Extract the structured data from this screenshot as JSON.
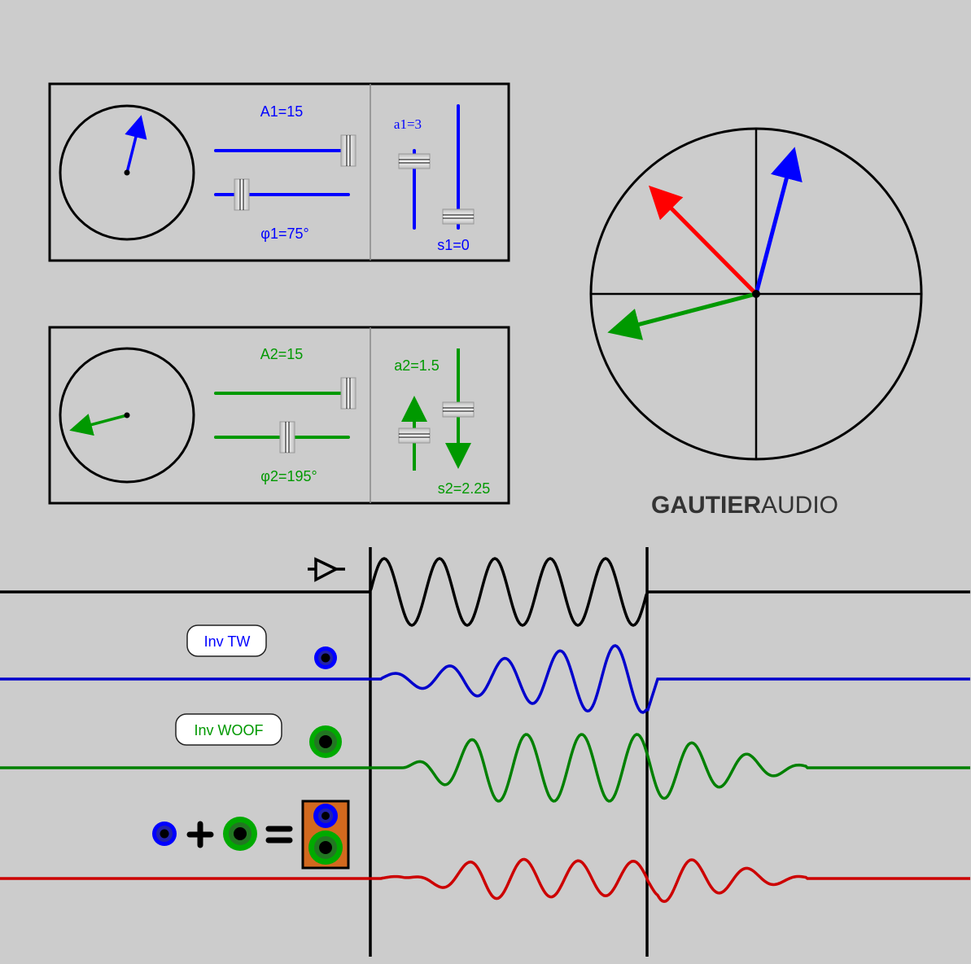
{
  "colors": {
    "driver1": "#0000ff",
    "driver2": "#009900",
    "sum": "#ff0000",
    "sum_wave": "#cc0000",
    "input": "#000000",
    "speaker_box": "#d2691e",
    "background": "#cccccc"
  },
  "panel1": {
    "amplitude_label": "A1=15",
    "phase_label": "φ1=75°",
    "a_label": "a1=3",
    "s_label": "s1=0",
    "amplitude": 15,
    "amplitude_fraction": 1.0,
    "phase_deg": 75,
    "phase_fraction": 0.21,
    "a": 3,
    "a_fraction": 0.85,
    "s": 0,
    "s_fraction": 0.1
  },
  "panel2": {
    "amplitude_label": "A2=15",
    "phase_label": "φ2=195°",
    "a_label": "a2=1.5",
    "s_label": "s2=2.25",
    "amplitude": 15,
    "amplitude_fraction": 1.0,
    "phase_deg": 195,
    "phase_fraction": 0.54,
    "a": 1.5,
    "a_fraction": 0.45,
    "s": 2.25,
    "s_fraction": 0.5
  },
  "phasor": {
    "blue_angle_deg": 75,
    "red_angle_deg": 135,
    "green_angle_deg": 195
  },
  "logo": {
    "bold": "GAUTIER",
    "light": "AUDIO"
  },
  "buttons": {
    "inv_tw": "Inv TW",
    "inv_woof": "Inv WOOF"
  },
  "icons": [
    "amplifier-icon",
    "tweeter-icon",
    "woofer-icon",
    "plus-icon",
    "equals-icon",
    "speaker-icon"
  ]
}
